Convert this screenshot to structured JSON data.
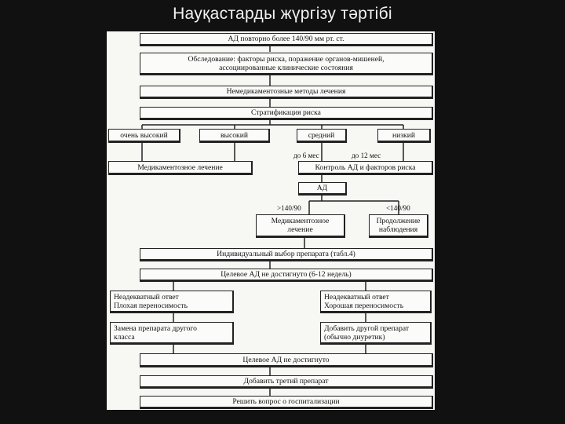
{
  "slide": {
    "title": "Науқастарды жүргізу тәртібі"
  },
  "flow": {
    "ad_repeat": "АД повторно более 140/90 мм рт. ст.",
    "exam": "Обследование: факторы риска, поражение органов-мишеней,\nассоциированные клинические состояния",
    "non_drug": "Немедикаментозные методы лечения",
    "stratification": "Стратификация риска",
    "risk_levels": [
      "очень высокий",
      "высокий",
      "средний",
      "низкий"
    ],
    "period_6": "до 6 мес",
    "period_12": "до 12 мес",
    "drug_therapy": "Медикаментозное лечение",
    "control": "Контроль АД и факторов риска",
    "ad": "АД",
    "over_threshold": ">140/90",
    "under_threshold": "<140/90",
    "drug_therapy_2": "Медикаментозное\nлечение",
    "continue_observation": "Продолжение\nнаблюдения",
    "individual_choice": "Индивидуальный выбор препарата (табл.4)",
    "target_not_reached": "Целевое АД не достигнуто (6-12 недель)",
    "poor_response": "Неадекватный ответ\nПлохая переносимость",
    "poor_response_good_tolerance": "Неадекватный ответ\nХорошая переносимость",
    "replace_drug": "Замена   препарата   другого\nкласса",
    "add_second": "Добавить другой препарат\n(обычно диуретик)",
    "target_not_reached_2": "Целевое АД не достигнуто",
    "add_third": "Добавить третий препарат",
    "hospitalization": "Решить вопрос о госпитализации"
  }
}
